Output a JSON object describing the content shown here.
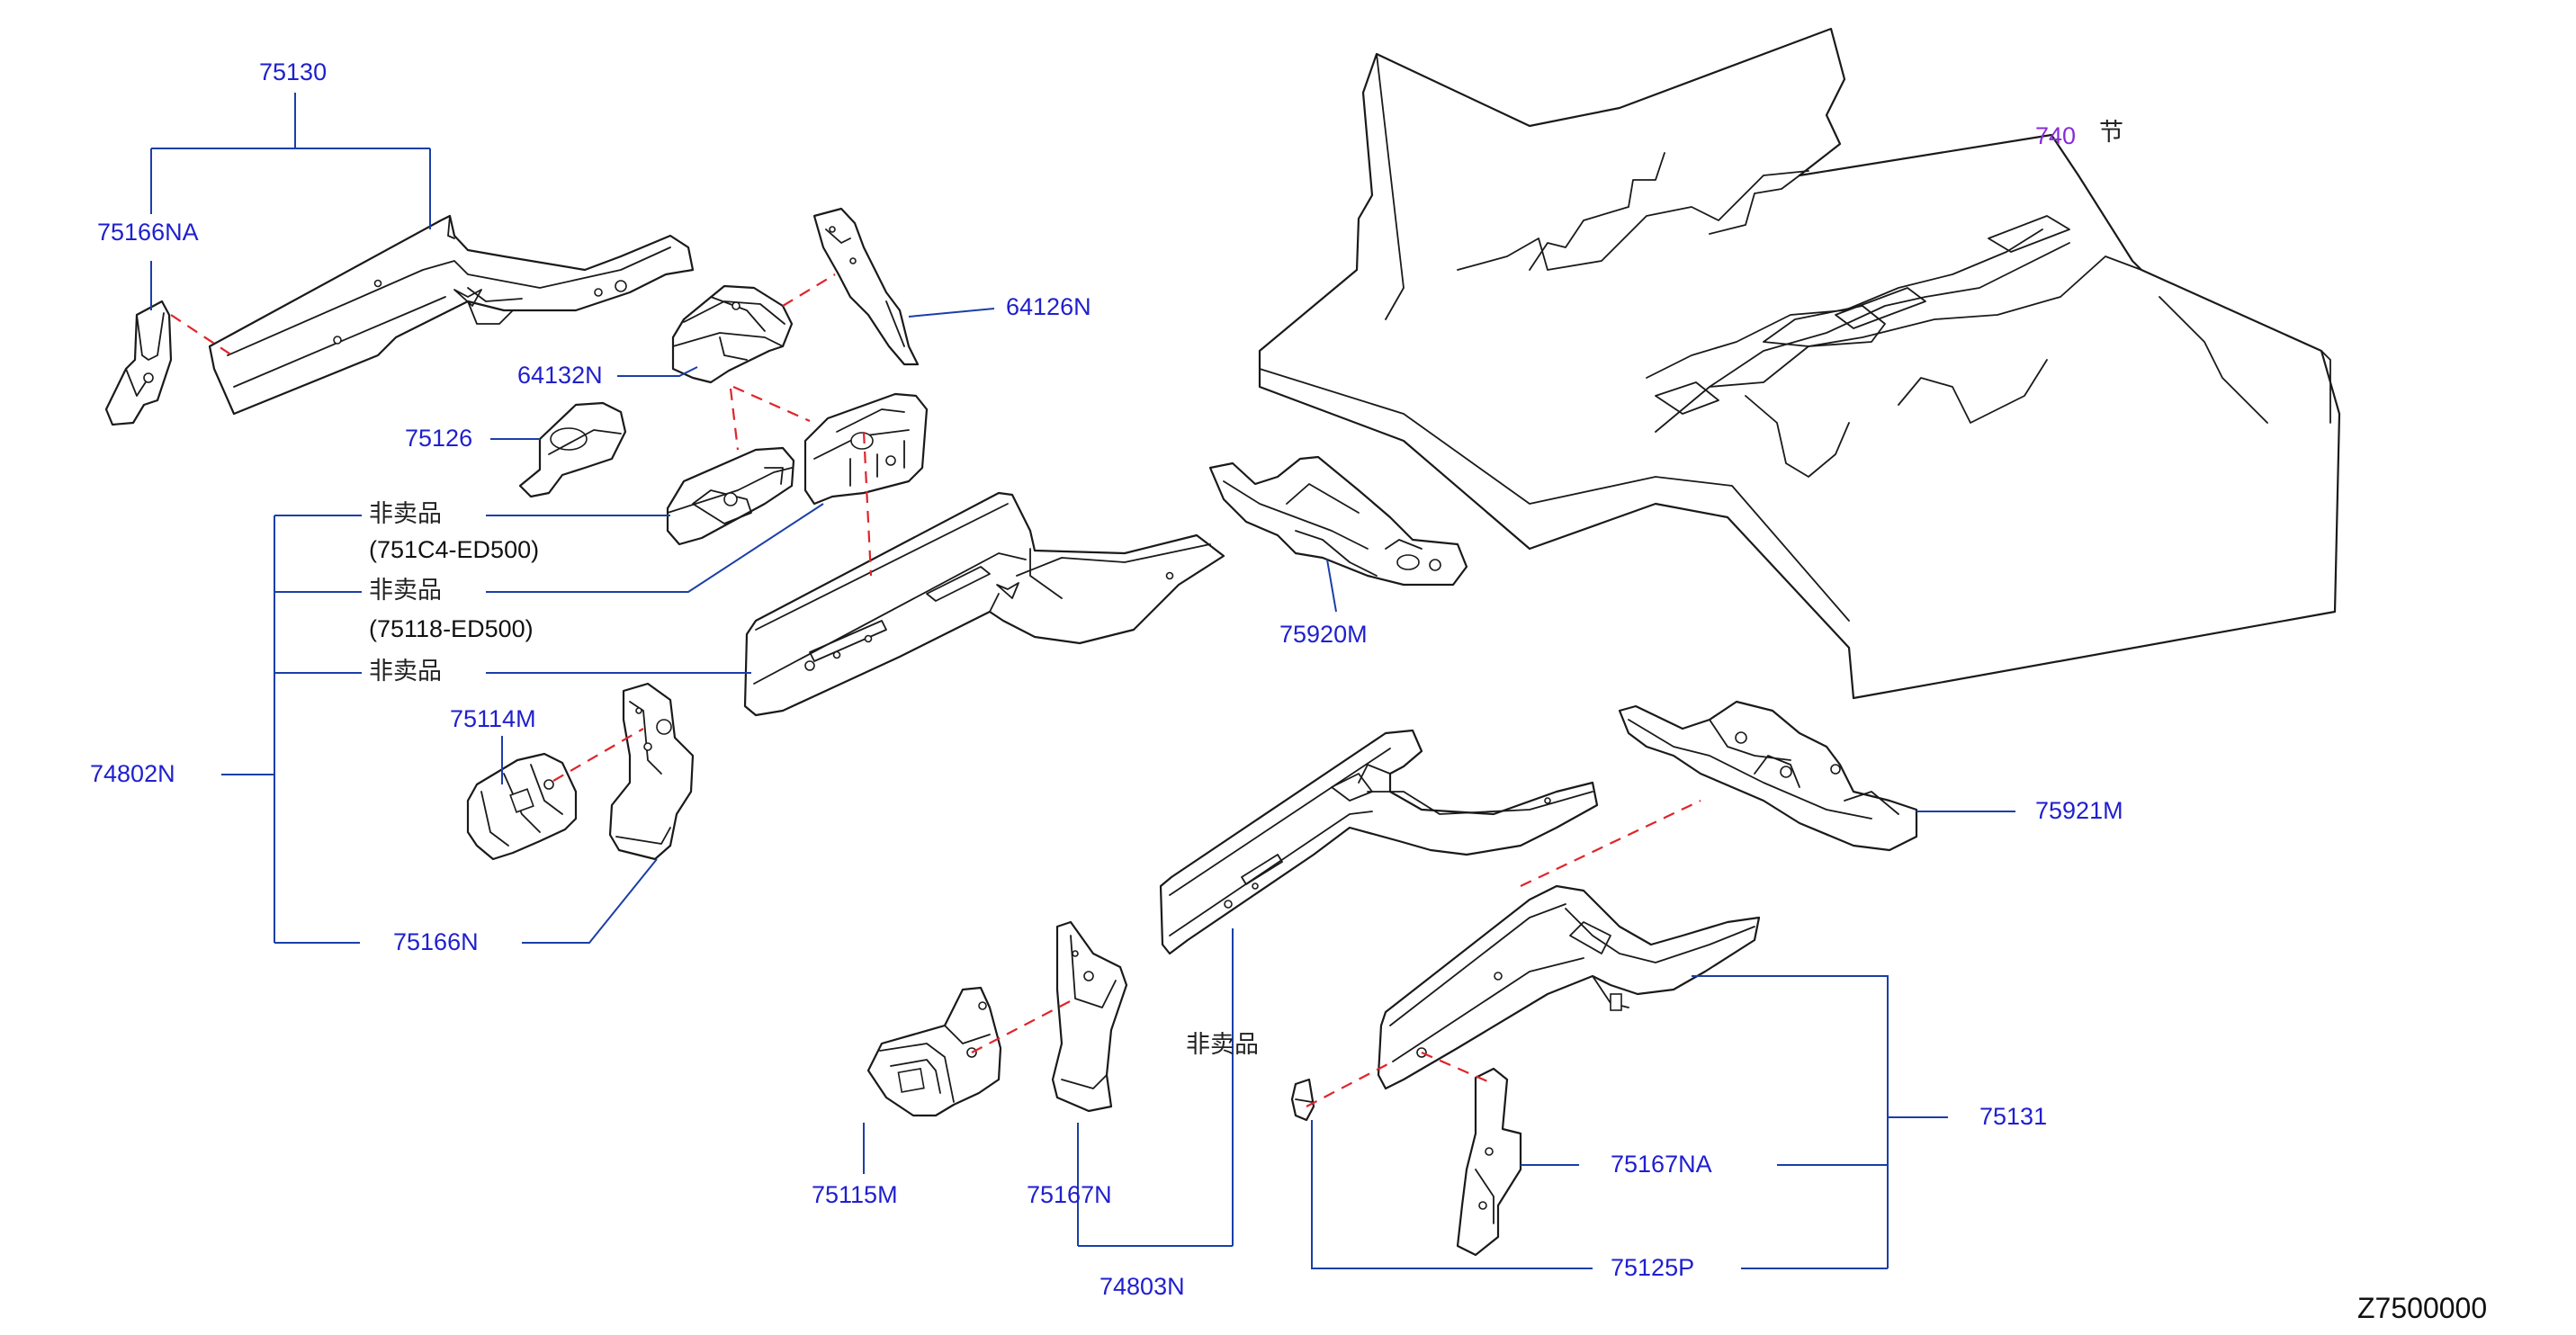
{
  "labels": {
    "p75130": "75130",
    "p75166NA": "75166NA",
    "p64126N": "64126N",
    "p64132N": "64132N",
    "p75126": "75126",
    "p740": "740",
    "p740_suffix": "节",
    "nfs1": "非卖品",
    "nfs1_code": "(751C4-ED500)",
    "nfs2": "非卖品",
    "nfs2_code": "(75118-ED500)",
    "nfs3": "非卖品",
    "p74802N": "74802N",
    "p75114M": "75114M",
    "p75166N": "75166N",
    "p75920M": "75920M",
    "p75921M": "75921M",
    "nfs4": "非卖品",
    "p75131": "75131",
    "p75167NA": "75167NA",
    "p75125P": "75125P",
    "p75115M": "75115M",
    "p75167N": "75167N",
    "p74803N": "74803N",
    "diagram_code": "Z7500000"
  },
  "colors": {
    "part_number": "#1f1fcf",
    "group_740": "#8a2bd6",
    "leader_line": "#1a3fa8",
    "dashed_connector": "#e0242a",
    "outline": "#1a1a1a"
  }
}
